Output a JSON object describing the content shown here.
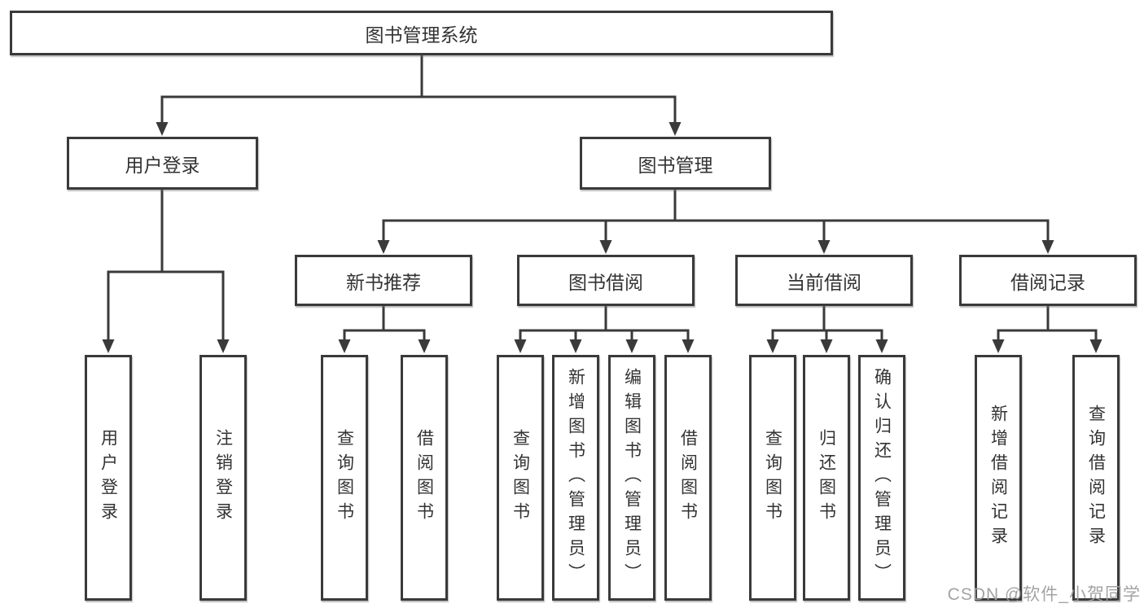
{
  "diagram": {
    "title": "图书管理系统",
    "branches": [
      {
        "label": "用户登录",
        "leaves": [
          "用户登录",
          "注销登录"
        ]
      },
      {
        "label": "图书管理",
        "groups": [
          {
            "label": "新书推荐",
            "leaves": [
              "查询图书",
              "借阅图书"
            ]
          },
          {
            "label": "图书借阅",
            "leaves": [
              "查询图书",
              "新增图书（管理员）",
              "编辑图书（管理员）",
              "借阅图书"
            ]
          },
          {
            "label": "当前借阅",
            "leaves": [
              "查询图书",
              "归还图书",
              "确认归还（管理员）"
            ]
          },
          {
            "label": "借阅记录",
            "leaves": [
              "新增借阅记录",
              "查询借阅记录"
            ]
          }
        ]
      }
    ],
    "line_color": "#3a3a3a",
    "box_background": "#ffffff"
  },
  "watermark": "CSDN @软件_小贺同学"
}
